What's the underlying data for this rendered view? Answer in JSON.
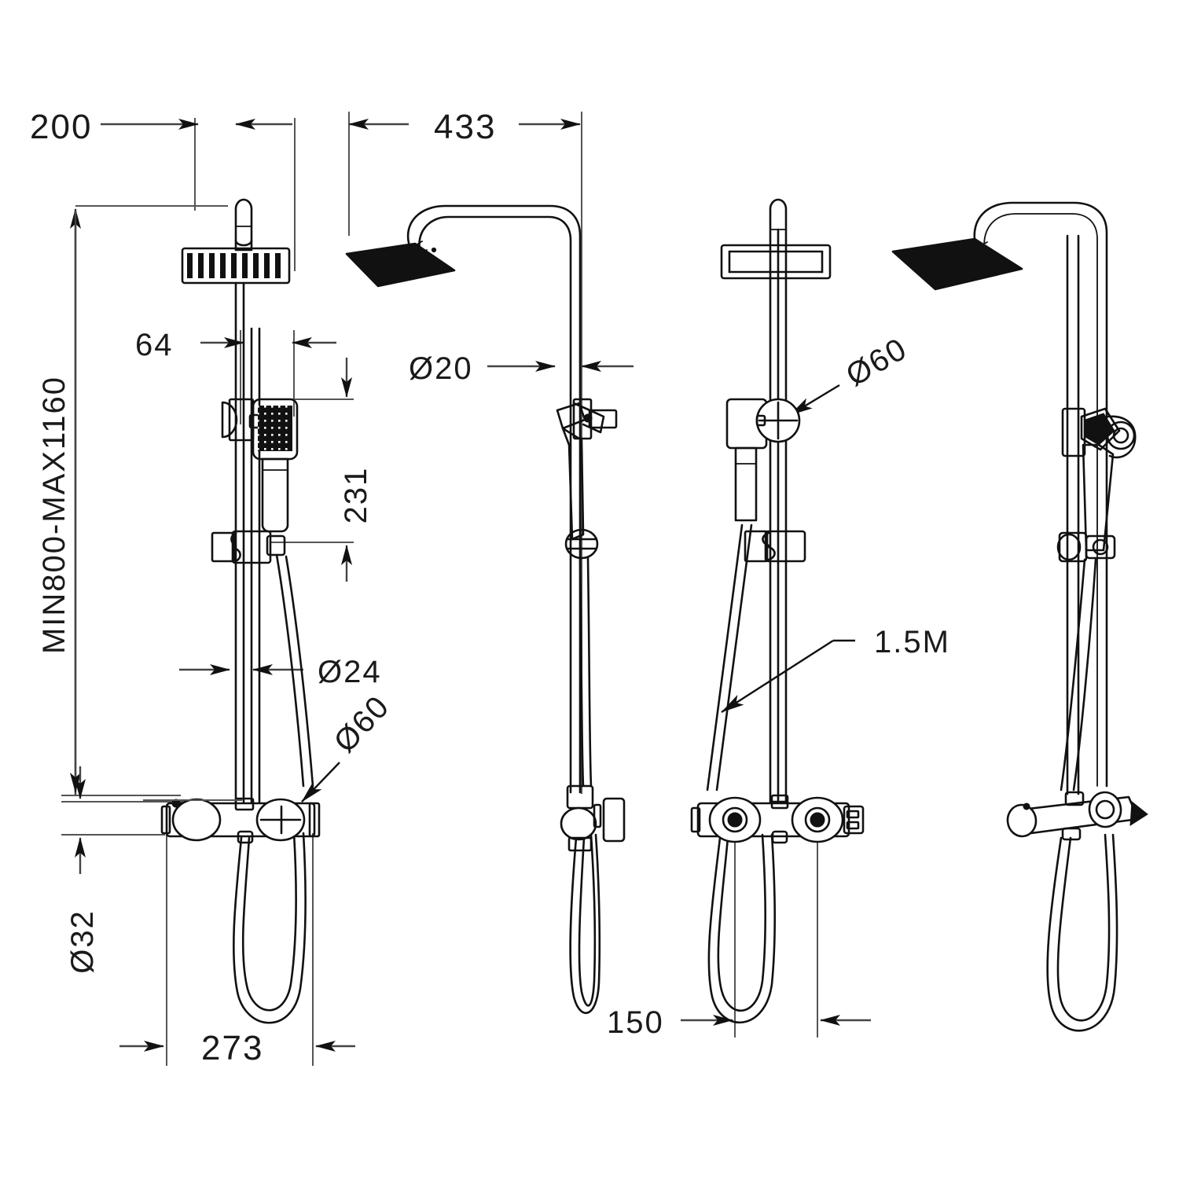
{
  "drawing": {
    "title": "Thermostatic Shower Column Technical Drawing",
    "units": "mm",
    "background_color": "#ffffff",
    "line_color": "#111111"
  },
  "dimensions": {
    "d200": "200",
    "d64": "64",
    "d433": "433",
    "d231": "231",
    "d20": "Ø20",
    "d24": "Ø24",
    "d60_view1": "Ø60",
    "d60_view3": "Ø60",
    "d32": "Ø32",
    "d273": "273",
    "d150": "150",
    "hose_length": "1.5M",
    "height_range": "MIN800-MAX1160"
  },
  "views": [
    {
      "name": "front-elevation-left",
      "label": ""
    },
    {
      "name": "side-elevation",
      "label": ""
    },
    {
      "name": "front-elevation-right",
      "label": ""
    },
    {
      "name": "isometric-3d",
      "label": ""
    }
  ]
}
